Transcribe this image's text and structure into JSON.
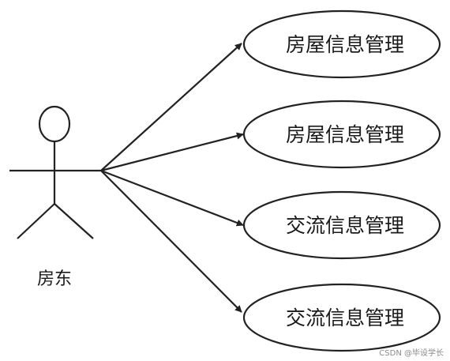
{
  "actor": {
    "name": "房东"
  },
  "use_cases": [
    {
      "label": "房屋信息管理"
    },
    {
      "label": "房屋信息管理"
    },
    {
      "label": "交流信息管理"
    },
    {
      "label": "交流信息管理"
    }
  ],
  "watermark": "CSDN @毕设学长",
  "colors": {
    "stroke": "#222222",
    "background": "#ffffff"
  }
}
